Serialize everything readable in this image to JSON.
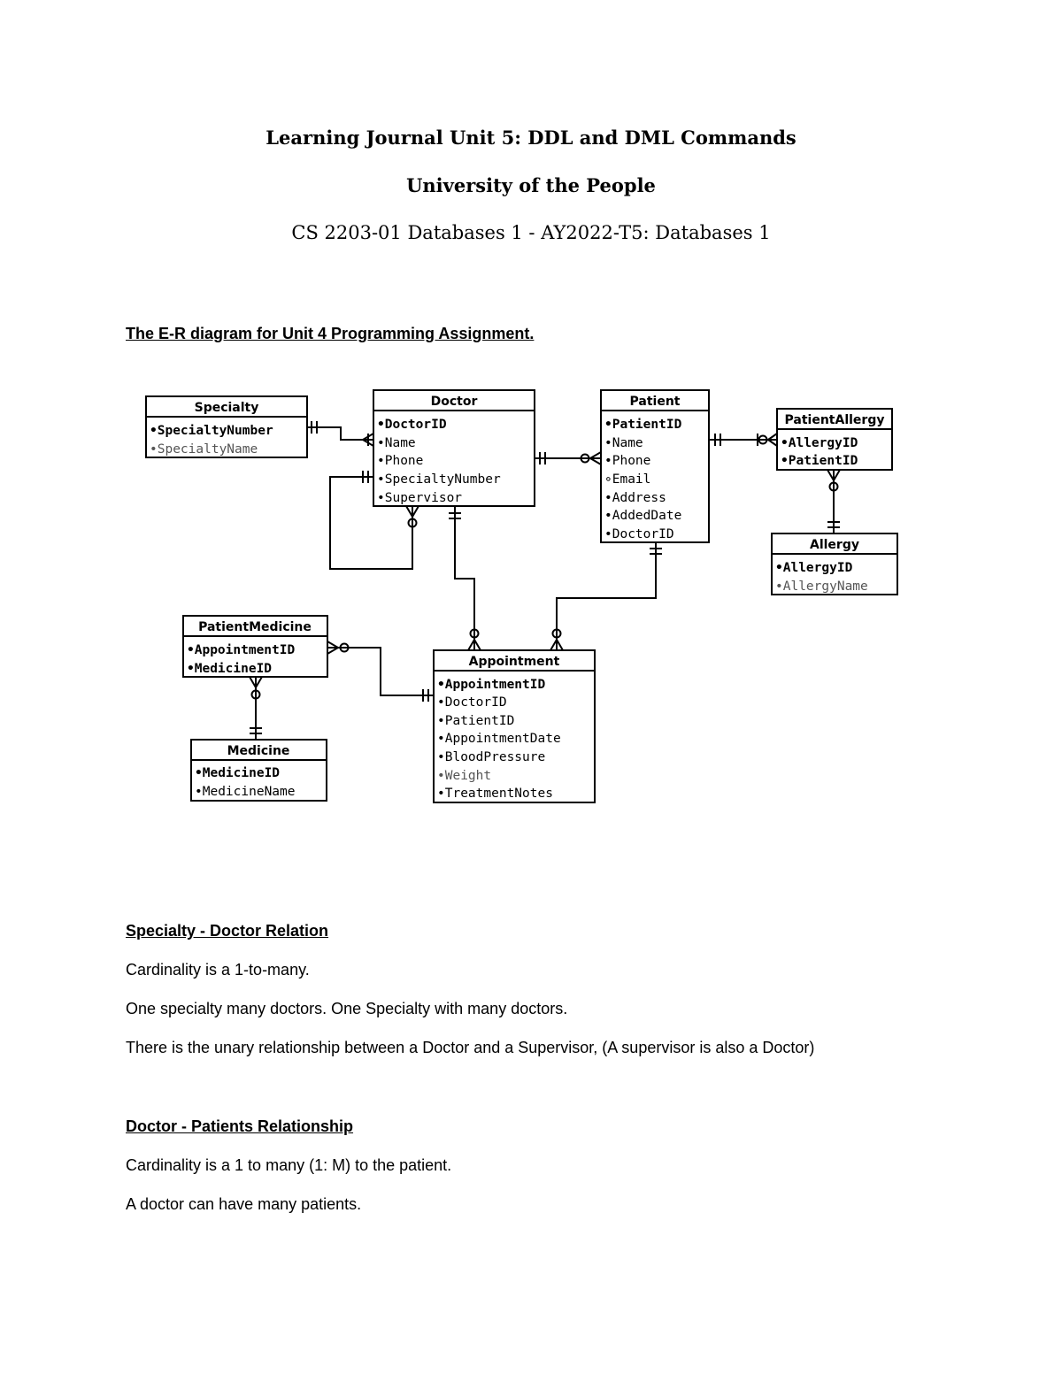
{
  "header": {
    "title": "Learning Journal Unit 5: DDL and DML Commands",
    "university": "University of the People",
    "course": "CS 2203-01 Databases 1 - AY2022-T5: Databases 1"
  },
  "diagram": {
    "caption": "The E-R diagram for Unit 4 Programming Assignment.",
    "entities": {
      "specialty": {
        "name": "Specialty",
        "attrs": [
          "•SpecialtyNumber",
          "•SpecialtyName"
        ]
      },
      "doctor": {
        "name": "Doctor",
        "attrs": [
          "•DoctorID",
          "•Name",
          "•Phone",
          "•SpecialtyNumber",
          "•Supervisor"
        ]
      },
      "patient": {
        "name": "Patient",
        "attrs": [
          "•PatientID",
          "•Name",
          "•Phone",
          "∘Email",
          "•Address",
          "•AddedDate",
          "•DoctorID"
        ]
      },
      "patient_allergy": {
        "name": "PatientAllergy",
        "attrs": [
          "•AllergyID",
          "•PatientID"
        ]
      },
      "allergy": {
        "name": "Allergy",
        "attrs": [
          "•AllergyID",
          "•AllergyName"
        ]
      },
      "patient_medicine": {
        "name": "PatientMedicine",
        "attrs": [
          "•AppointmentID",
          "•MedicineID"
        ]
      },
      "medicine": {
        "name": "Medicine",
        "attrs": [
          "•MedicineID",
          "•MedicineName"
        ]
      },
      "appointment": {
        "name": "Appointment",
        "attrs": [
          "•AppointmentID",
          "•DoctorID",
          "•PatientID",
          "•AppointmentDate",
          "•BloodPressure",
          "•Weight",
          "•TreatmentNotes"
        ]
      }
    }
  },
  "sections": {
    "specialty_doctor": {
      "heading": "Specialty - Doctor Relation",
      "p1": "Cardinality is a 1-to-many.",
      "p2": "One specialty many doctors. One Specialty with many doctors.",
      "p3": "There is the unary relationship between a Doctor and a Supervisor, (A supervisor is also a Doctor)"
    },
    "doctor_patients": {
      "heading": "Doctor - Patients Relationship",
      "p1": "Cardinality is a 1 to many (1: M) to the patient.",
      "p2": "A doctor can have many patients."
    }
  }
}
